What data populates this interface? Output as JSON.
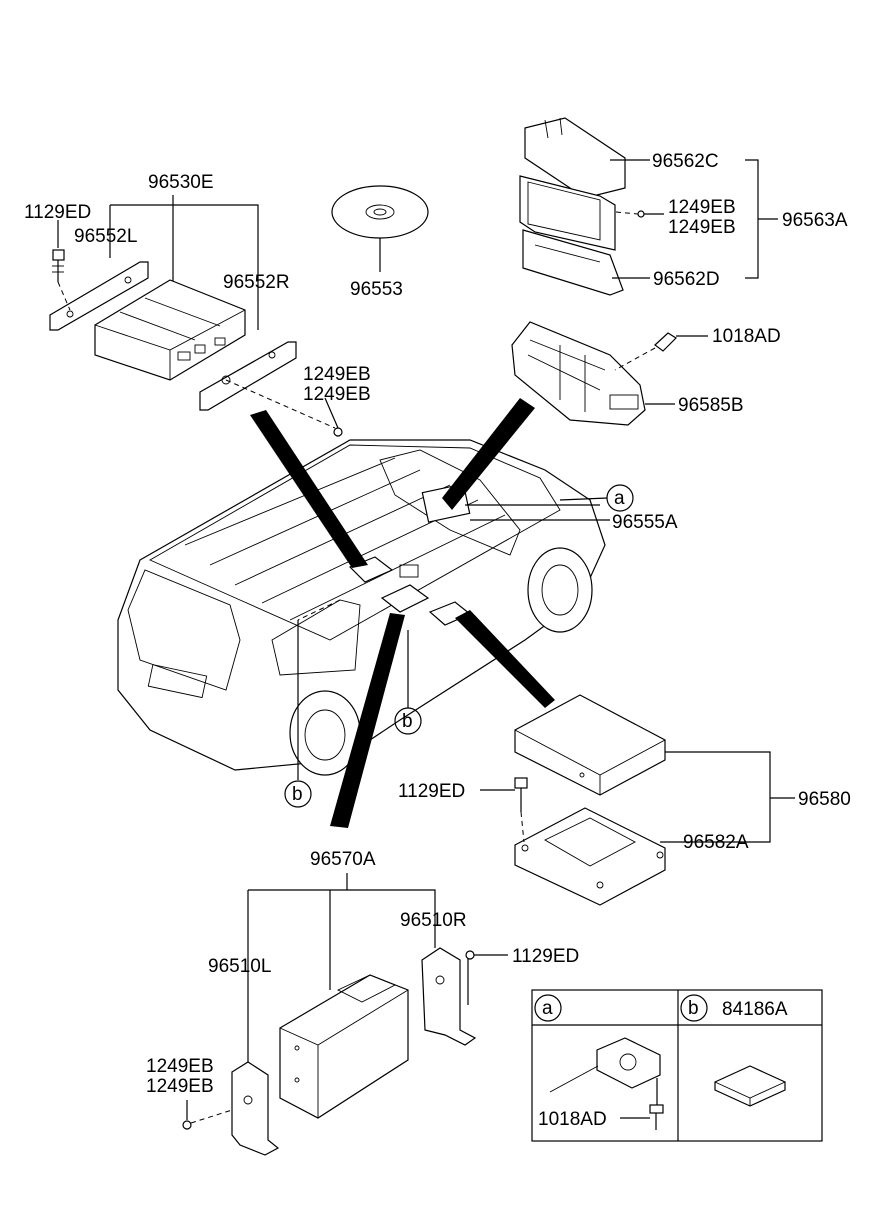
{
  "labels": {
    "p96530E": "96530E",
    "p1129ED_a": "1129ED",
    "p96552L": "96552L",
    "p96552R": "96552R",
    "p96553": "96553",
    "p1249EB_a1": "1249EB",
    "p1249EB_a2": "1249EB",
    "p96562C": "96562C",
    "p1249EB_b1": "1249EB",
    "p1249EB_b2": "1249EB",
    "p96563A": "96563A",
    "p96562D": "96562D",
    "p1018AD_a": "1018AD",
    "p96585B": "96585B",
    "p96555A": "96555A",
    "p1129ED_b": "1129ED",
    "p96580": "96580",
    "p96582A": "96582A",
    "p96570A": "96570A",
    "p96510R": "96510R",
    "p1129ED_c": "1129ED",
    "p96510L": "96510L",
    "p1249EB_c1": "1249EB",
    "p1249EB_c2": "1249EB",
    "p1018AD_b": "1018AD",
    "p84186A": "84186A"
  },
  "callouts": {
    "a_main": "a",
    "b_left": "b",
    "b_right": "b",
    "a_table": "a",
    "b_table": "b"
  }
}
